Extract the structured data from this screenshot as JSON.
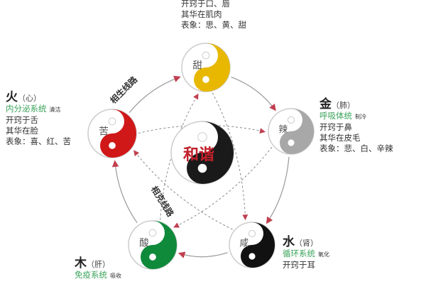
{
  "center": {
    "label": "和谐",
    "color": "#1a1a1a"
  },
  "routes": {
    "generating": "相生线路",
    "controlling": "相克线路"
  },
  "elements": [
    {
      "key": "earth",
      "taste": "甜",
      "color": "#e8b800",
      "lines": [
        "开窍于口、唇",
        "其华在肌肉",
        "表象：思、黄、甜"
      ]
    },
    {
      "key": "fire",
      "element": "火",
      "organ": "（心）",
      "system": "内分泌系统",
      "note": "清洁",
      "taste": "苦",
      "color": "#d01818",
      "lines": [
        "开窍于舌",
        "其华在脸",
        "表象：喜、红、苦"
      ]
    },
    {
      "key": "metal",
      "element": "金",
      "organ": "（肺）",
      "system": "呼吸体统",
      "note": "制冷",
      "taste": "辣",
      "color": "#a8a8a8",
      "lines": [
        "开窍于鼻",
        "其华在皮毛",
        "表象：悲、白、辛辣"
      ]
    },
    {
      "key": "wood",
      "element": "木",
      "organ": "（肝）",
      "system": "免疫系统",
      "note": "吸收",
      "taste": "酸",
      "color": "#0e8a3a",
      "lines": []
    },
    {
      "key": "water",
      "element": "水",
      "organ": "（肾）",
      "system": "循环系统",
      "note": "氧化",
      "taste": "咸",
      "color": "#111111",
      "lines": [
        "开窍于耳"
      ]
    }
  ],
  "colors": {
    "arrow_generating": "#c04050",
    "arrow_controlling": "#8a8a8a",
    "system_text": "#3aa35a"
  }
}
